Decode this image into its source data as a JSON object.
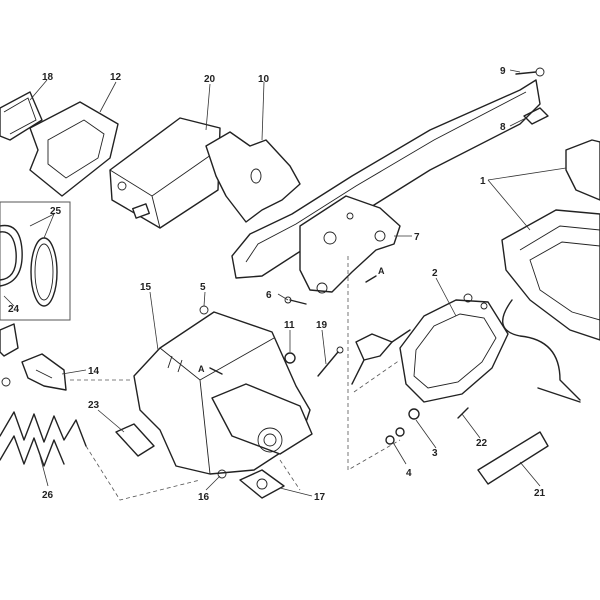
{
  "diagram": {
    "callouts": [
      {
        "id": "p18",
        "label": "18"
      },
      {
        "id": "p12",
        "label": "12"
      },
      {
        "id": "p20",
        "label": "20"
      },
      {
        "id": "p10",
        "label": "10"
      },
      {
        "id": "p9",
        "label": "9"
      },
      {
        "id": "p8",
        "label": "8"
      },
      {
        "id": "p1",
        "label": "1"
      },
      {
        "id": "p25",
        "label": "25"
      },
      {
        "id": "p24",
        "label": "24"
      },
      {
        "id": "p7",
        "label": "7"
      },
      {
        "id": "p2",
        "label": "2"
      },
      {
        "id": "p15",
        "label": "15"
      },
      {
        "id": "p5",
        "label": "5"
      },
      {
        "id": "p6",
        "label": "6"
      },
      {
        "id": "p11",
        "label": "11"
      },
      {
        "id": "p19",
        "label": "19"
      },
      {
        "id": "p14",
        "label": "14"
      },
      {
        "id": "p23",
        "label": "23"
      },
      {
        "id": "p26",
        "label": "26"
      },
      {
        "id": "p16",
        "label": "16"
      },
      {
        "id": "p17",
        "label": "17"
      },
      {
        "id": "p4",
        "label": "4"
      },
      {
        "id": "p3",
        "label": "3"
      },
      {
        "id": "p22",
        "label": "22"
      },
      {
        "id": "p21",
        "label": "21"
      }
    ],
    "ref_marks": [
      {
        "id": "refA1",
        "label": "A"
      },
      {
        "id": "refA2",
        "label": "A"
      }
    ]
  }
}
